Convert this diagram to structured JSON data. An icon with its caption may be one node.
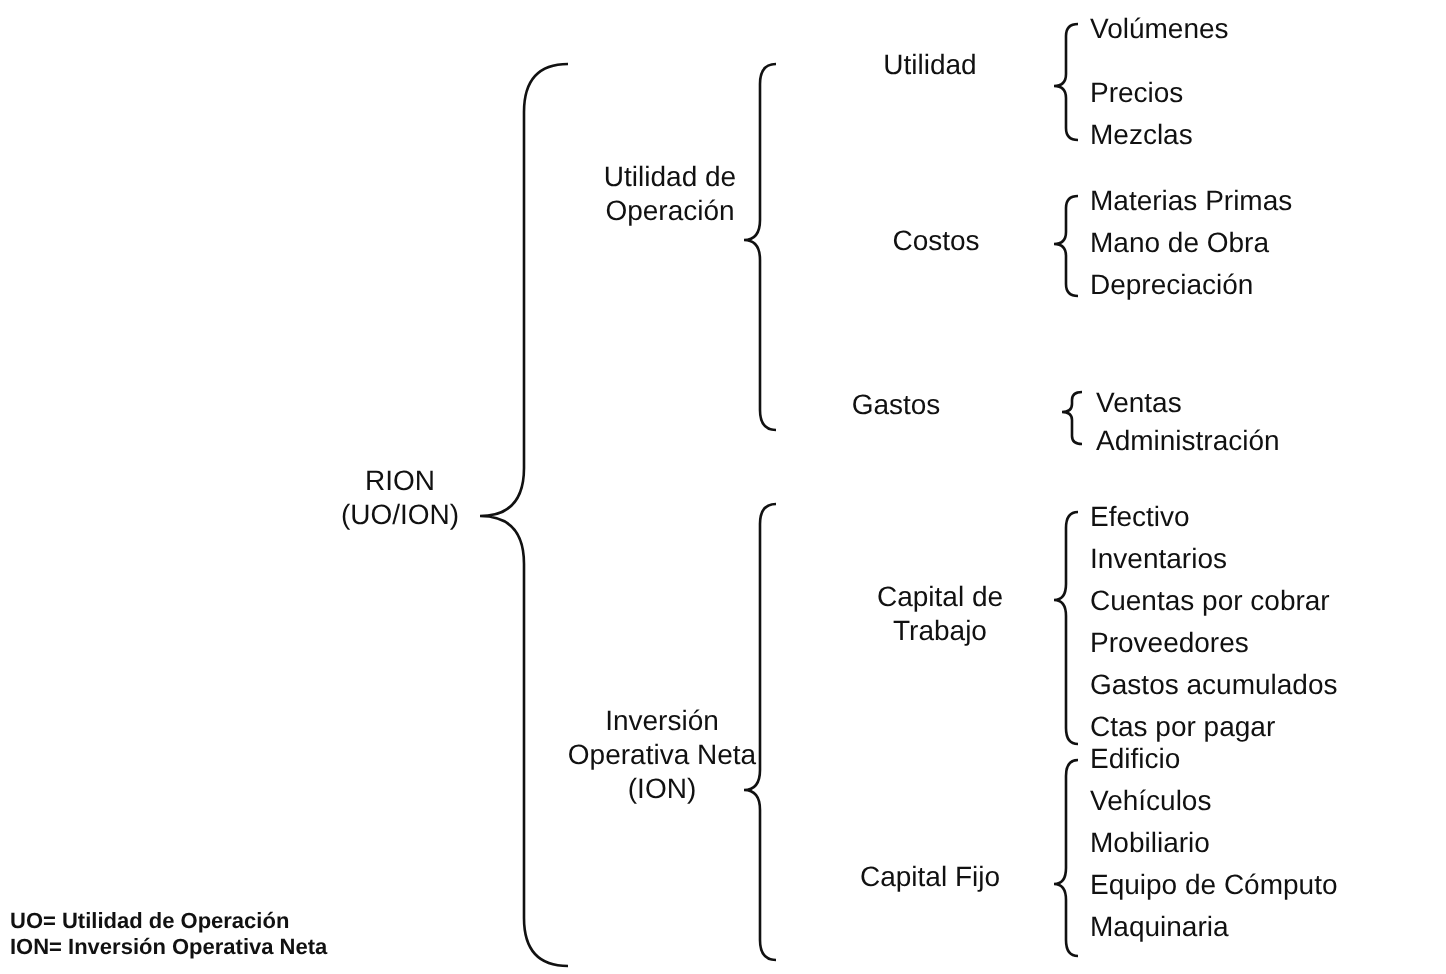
{
  "diagram": {
    "labels": [
      "RION (UO/ION)",
      "Utilidad de Operación",
      "Utilidad",
      "Volúmenes",
      "Precios",
      "Mezclas",
      "Costos",
      "Materias Primas",
      "Mano de Obra",
      "Depreciación",
      "Gastos",
      "Ventas",
      "Administración",
      "Inversión Operativa Neta (ION)",
      "Capital de Trabajo",
      "Efectivo",
      "Inventarios",
      "Cuentas por cobrar",
      "Proveedores",
      "Gastos acumulados",
      "Ctas por pagar",
      "Capital Fijo",
      "Edificio",
      "Vehículos",
      "Mobiliario",
      "Equipo de Cómputo",
      "Maquinaria",
      "UO= Utilidad de Operación",
      "ION= Inversión Operativa Neta"
    ]
  }
}
